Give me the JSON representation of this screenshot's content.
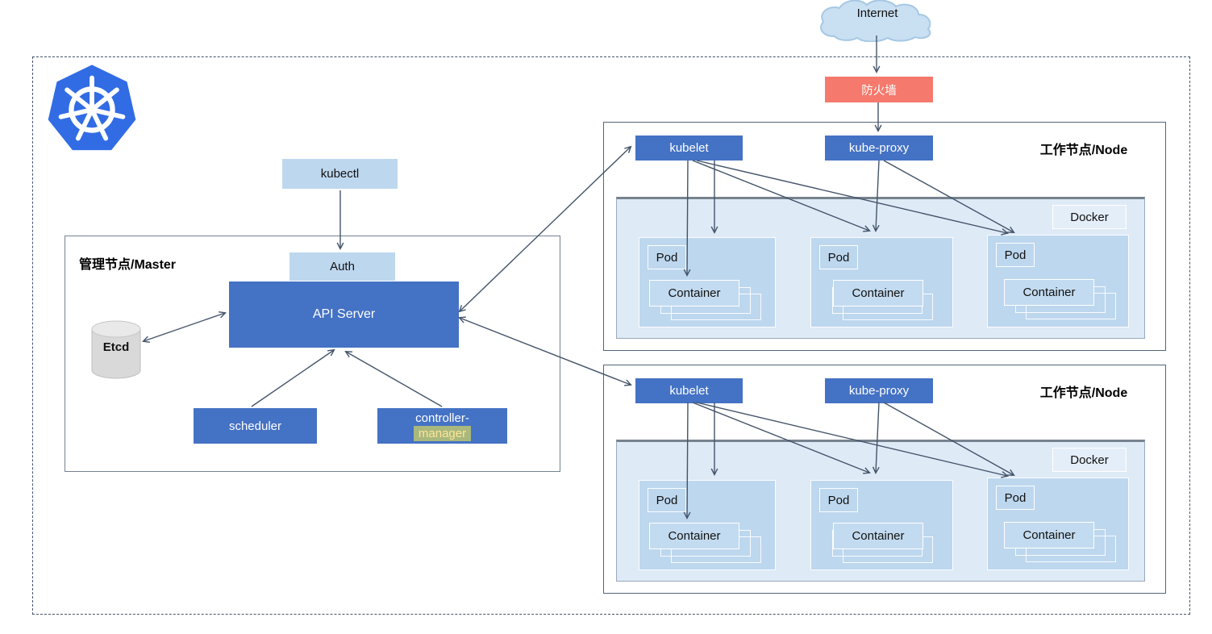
{
  "internet": {
    "label": "Internet"
  },
  "firewall": {
    "label": "防火墙"
  },
  "master": {
    "title": "管理节点/Master",
    "kubectl_label": "kubectl",
    "auth_label": "Auth",
    "api_server_label": "API Server",
    "etcd_label": "Etcd",
    "scheduler_label": "scheduler",
    "controller_manager_line1": "controller-",
    "controller_manager_line2": "manager"
  },
  "nodes": [
    {
      "title": "工作节点/Node",
      "kubelet_label": "kubelet",
      "kube_proxy_label": "kube-proxy",
      "docker_label": "Docker",
      "pods": [
        {
          "pod_label": "Pod",
          "container_label": "Container"
        },
        {
          "pod_label": "Pod",
          "container_label": "Container"
        },
        {
          "pod_label": "Pod",
          "container_label": "Container"
        }
      ]
    },
    {
      "title": "工作节点/Node",
      "kubelet_label": "kubelet",
      "kube_proxy_label": "kube-proxy",
      "docker_label": "Docker",
      "pods": [
        {
          "pod_label": "Pod",
          "container_label": "Container"
        },
        {
          "pod_label": "Pod",
          "container_label": "Container"
        },
        {
          "pod_label": "Pod",
          "container_label": "Container"
        }
      ]
    }
  ],
  "colors": {
    "kubernetes_blue": "#326CE5",
    "primary_blue": "#4472C4",
    "light_blue": "#BDD7EE",
    "panel_blue": "#DEEAF6",
    "firewall_red": "#F5796C",
    "arrow": "#44546A",
    "highlight_green": "#A9B87C",
    "highlight_text_yellow": "#FFE599"
  }
}
